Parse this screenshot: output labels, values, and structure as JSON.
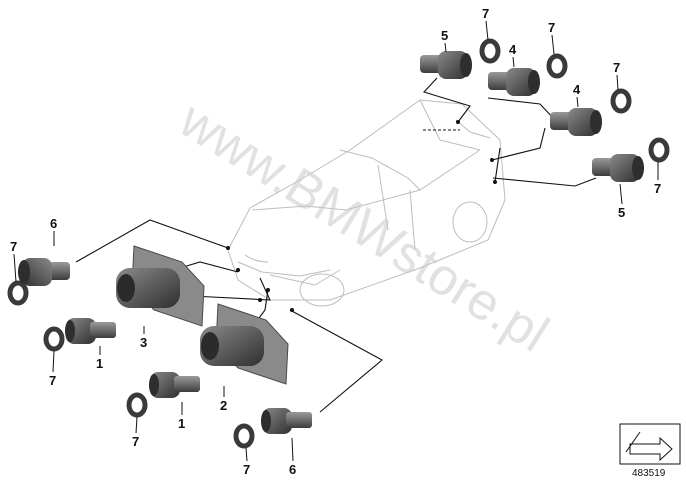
{
  "diagram": {
    "watermark": "www.BMWstore.pl",
    "reference_number": "483519",
    "callouts": [
      {
        "id": "c1",
        "label": "7"
      },
      {
        "id": "c2",
        "label": "5"
      },
      {
        "id": "c3",
        "label": "7"
      },
      {
        "id": "c4",
        "label": "4"
      },
      {
        "id": "c5",
        "label": "7"
      },
      {
        "id": "c6",
        "label": "4"
      },
      {
        "id": "c7",
        "label": "7"
      },
      {
        "id": "c8",
        "label": "5"
      },
      {
        "id": "c9",
        "label": "6"
      },
      {
        "id": "c10",
        "label": "7"
      },
      {
        "id": "c11",
        "label": "3"
      },
      {
        "id": "c12",
        "label": "1"
      },
      {
        "id": "c13",
        "label": "7"
      },
      {
        "id": "c14",
        "label": "2"
      },
      {
        "id": "c15",
        "label": "1"
      },
      {
        "id": "c16",
        "label": "7"
      },
      {
        "id": "c17",
        "label": "7"
      },
      {
        "id": "c18",
        "label": "6"
      }
    ],
    "colors": {
      "part": "#6f6f6f",
      "part_dark": "#3a3a3a",
      "line": "#111111",
      "car_outline": "#bdbdbd"
    }
  }
}
